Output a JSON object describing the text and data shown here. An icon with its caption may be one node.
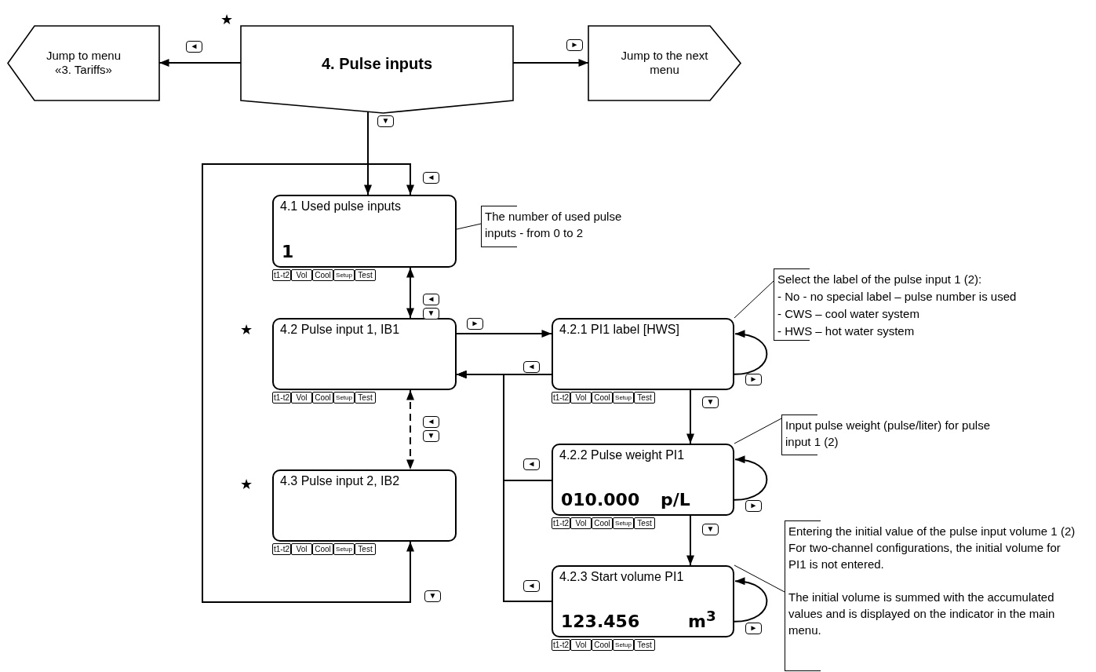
{
  "diagram": {
    "nodes": [
      {
        "text": [
          "Jump to menu «3. Tariffs»"
        ]
      },
      {
        "text": [
          "4. Pulse inputs"
        ]
      },
      {
        "text": [
          "Jump to the next menu"
        ]
      },
      {
        "text": [
          "4.1 Used pulse inputs",
          "1"
        ],
        "beside": [
          "t1-t2",
          "Vol",
          "Cool",
          "Setup",
          "Test"
        ]
      },
      {
        "text": [
          "The number of used pulse inputs - from 0 to 2"
        ]
      },
      {
        "text": [
          "4.2 Pulse input 1, IB1"
        ],
        "beside": [
          "t1-t2",
          "Vol",
          "Cool",
          "Setup",
          "Test"
        ]
      },
      {
        "text": [
          "4.3 Pulse input 2, IB2"
        ],
        "beside": [
          "t1-t2",
          "Vol",
          "Cool",
          "Setup",
          "Test"
        ]
      },
      {
        "text": [
          "4.2.1 PI1 label [HWS]"
        ],
        "beside": [
          "t1-t2",
          "Vol",
          "Cool",
          "Setup",
          "Test"
        ]
      },
      {
        "text": [
          "Select the label of the pulse input 1 (2):",
          "- No - no special label – pulse number is used",
          "- CWS – cool water system",
          "- HWS – hot water system"
        ]
      },
      {
        "text": [
          "4.2.2 Pulse weight PI1",
          "010.000",
          "p/L"
        ],
        "beside": [
          "t1-t2",
          "Vol",
          "Cool",
          "Setup",
          "Test"
        ]
      },
      {
        "text": [
          "Input pulse weight (pulse/liter) for pulse input 1 (2)"
        ]
      },
      {
        "text": [
          "4.2.3 Start volume PI1",
          "123.456",
          "m$^{3}$"
        ],
        "beside": [
          "t1-t2",
          "Vol",
          "Cool",
          "Setup",
          "Test"
        ]
      },
      {
        "text": [
          "Entering the initial value of the pulse input volume 1 (2)",
          "For two-channel configurations, the initial volume for PI1 is not entered.",
          "The initial volume is summed with the accumulated values and is displayed on the indicator in the main menu."
        ]
      }
    ],
    "edges": [
      {
        "from": 1,
        "to": 0,
        "arrow": "to",
        "label": "◄"
      },
      {
        "from": 1,
        "to": 2,
        "arrow": "to",
        "label": "►"
      },
      {
        "from": 1,
        "to": 3,
        "arrow": "to",
        "label": "▼"
      },
      {
        "from": 3,
        "to": 6,
        "arrow": "both",
        "label": "◄ ▼"
      },
      {
        "from": 3,
        "to": 5,
        "arrow": "both",
        "label": "◄ ▼"
      },
      {
        "from": 5,
        "to": 6,
        "arrow": "both",
        "label": "◄ ▼",
        "style": "dashed"
      },
      {
        "from": 5,
        "to": 7,
        "arrow": "to",
        "label": "►"
      },
      {
        "from": 7,
        "to": 5,
        "arrow": "to",
        "label": "◄"
      },
      {
        "from": 9,
        "to": 5,
        "arrow": "to",
        "label": "◄"
      },
      {
        "from": 11,
        "to": 5,
        "arrow": "to",
        "label": "◄"
      },
      {
        "from": 7,
        "to": 9,
        "arrow": "to",
        "label": "▼"
      },
      {
        "from": 9,
        "to": 11,
        "arrow": "to",
        "label": "▼"
      },
      {
        "from": 7,
        "to": 7,
        "arrow": "to",
        "label": "►"
      },
      {
        "from": 9,
        "to": 9,
        "arrow": "to",
        "label": "►"
      },
      {
        "from": 11,
        "to": 11,
        "arrow": "to",
        "label": "►"
      },
      {
        "from": 4,
        "to": 3,
        "arrow": "none"
      },
      {
        "from": 8,
        "to": 7,
        "arrow": "none"
      },
      {
        "from": 10,
        "to": 9,
        "arrow": "none"
      },
      {
        "from": 12,
        "to": 11,
        "arrow": "none"
      }
    ],
    "labels": [
      "★",
      "★",
      "★"
    ]
  }
}
